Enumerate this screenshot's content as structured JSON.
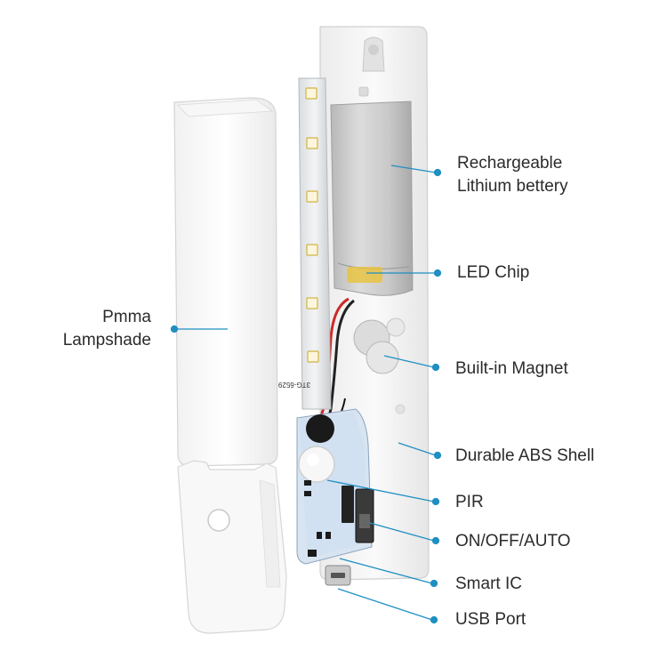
{
  "callouts": {
    "battery": {
      "line1": "Rechargeable",
      "line2": "Lithium bettery"
    },
    "led_chip": "LED Chip",
    "lampshade": {
      "line1": "Pmma",
      "line2": "Lampshade"
    },
    "magnet": "Built-in Magnet",
    "shell": "Durable ABS Shell",
    "pir": "PIR",
    "switch": "ON/OFF/AUTO",
    "smart_ic": "Smart IC",
    "usb_port": "USB Port"
  },
  "pcb_text": "3TG-6529",
  "colors": {
    "accent": "#1f8fc2",
    "text": "#2b2b2b"
  }
}
